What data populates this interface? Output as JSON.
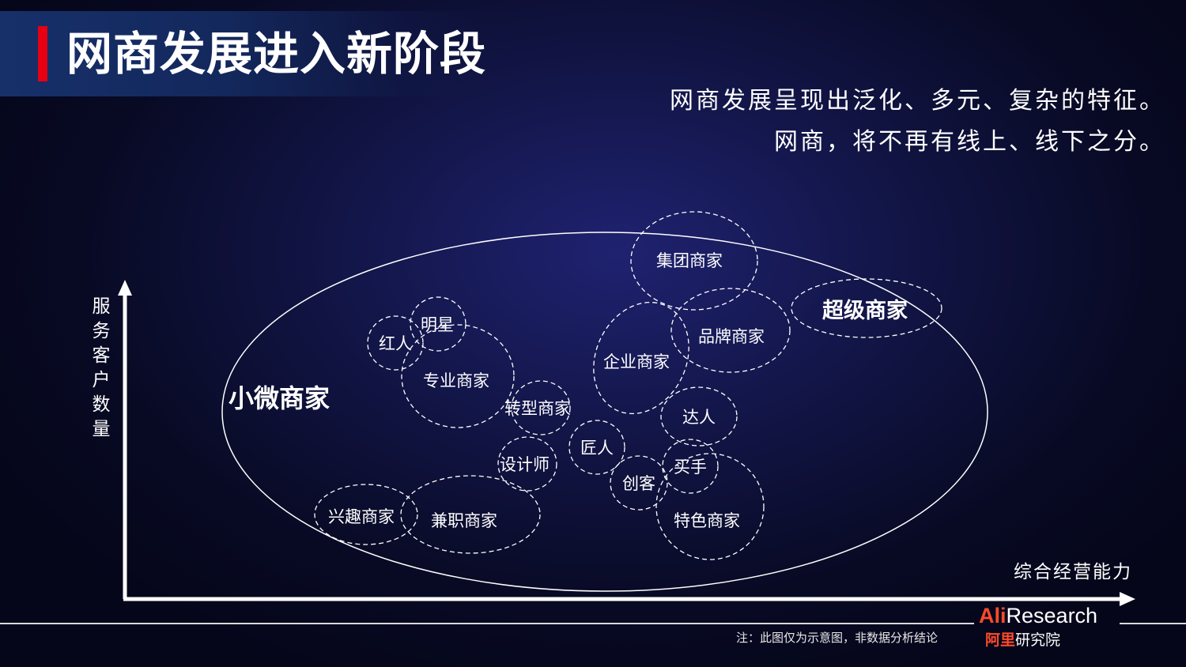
{
  "title": "网商发展进入新阶段",
  "subtitle": {
    "line1": "网商发展呈现出泛化、多元、复杂的特征。",
    "line2": "网商，将不再有线上、线下之分。"
  },
  "axes": {
    "y_label": "服务客户数量",
    "x_label": "综合经营能力"
  },
  "groups": {
    "main": "小微商家",
    "super": "超级商家",
    "clusters": [
      "集团商家",
      "品牌商家",
      "企业商家",
      "红人",
      "明星",
      "专业商家",
      "转型商家",
      "达人",
      "匠人",
      "设计师",
      "买手",
      "创客",
      "特色商家",
      "兴趣商家",
      "兼职商家"
    ]
  },
  "footer": {
    "note": "注：此图仅为示意图，非数据分析结论",
    "logo_en_a": "Ali",
    "logo_en_b": "Research",
    "logo_cn_a": "阿里",
    "logo_cn_b": "研究院"
  },
  "colors": {
    "accent": "#e60012",
    "logo": "#ff4a2a"
  }
}
